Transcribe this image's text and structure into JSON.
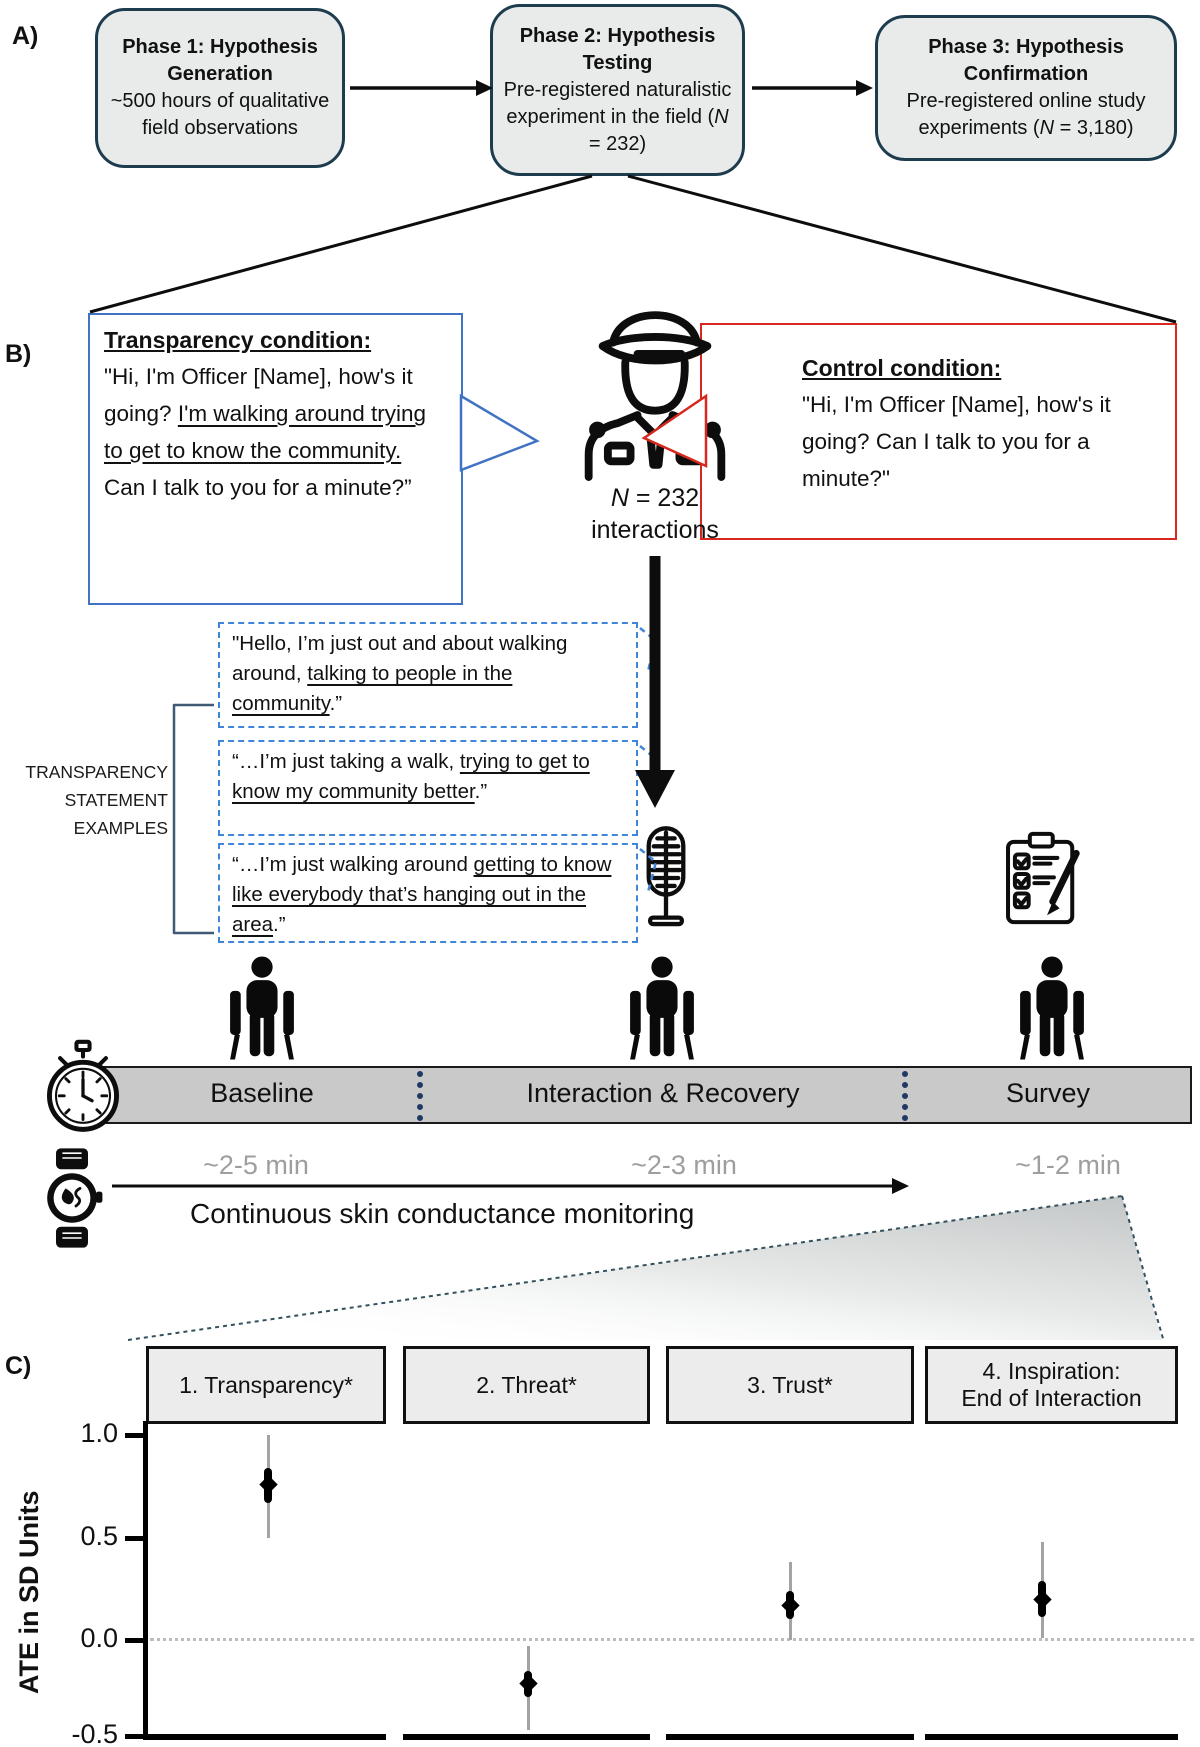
{
  "colors": {
    "flow_border": "#1d3c4e",
    "flow_fill": "#e9eaea",
    "transparency_blue": "#4173c4",
    "control_red": "#d6281e",
    "dashed_blue": "#3f86d9",
    "separator_navy": "#1f3864",
    "timeline_bar_gray": "#c9c9c9",
    "muted_gray": "#9e9e9e"
  },
  "panel_a": {
    "label": "A)",
    "boxes": [
      {
        "title": "Phase 1: Hypothesis Generation",
        "body": "~500 hours of qualitative field observations"
      },
      {
        "title": "Phase 2: Hypothesis Testing",
        "body_pre": "Pre-registered naturalistic experiment in the field (",
        "n": "N",
        "body_post": " = 232)"
      },
      {
        "title": "Phase 3: Hypothesis Confirmation",
        "body_pre": "Pre-registered online study experiments (",
        "n": "N",
        "body_post": " = 3,180)"
      }
    ]
  },
  "panel_b": {
    "label": "B)",
    "transparency_box": {
      "title": "Transparency condition:",
      "quote_pre": "\"Hi, I'm Officer [Name], how's it going? ",
      "quote_underline": "I'm walking around trying to get to know the community.",
      "quote_post": " Can I talk to you for a minute?”"
    },
    "control_box": {
      "title": "Control condition:",
      "quote": "\"Hi, I'm Officer [Name], how's it going? Can I talk to you for a minute?\""
    },
    "officer_caption": {
      "n": "N",
      "rest": " = 232",
      "line2": "interactions"
    },
    "examples_label": "TRANSPARENCY\nSTATEMENT\nEXAMPLES",
    "examples": [
      {
        "pre": "\"Hello, I’m just out and about walking around, ",
        "underline": "talking to people in the community",
        "post": ".”"
      },
      {
        "pre": "“…I’m just taking a walk, ",
        "underline": "trying to get to know my community better",
        "post": ".”"
      },
      {
        "pre": "“…I’m just walking around ",
        "underline": "getting to know like everybody that’s hanging out in the area",
        "post": ".”"
      }
    ]
  },
  "timeline": {
    "segments": [
      {
        "label": "Baseline",
        "duration": "~2-5 min"
      },
      {
        "label": "Interaction & Recovery",
        "duration": "~2-3 min"
      },
      {
        "label": "Survey",
        "duration": "~1-2 min"
      }
    ],
    "monitoring_label": "Continuous skin conductance monitoring"
  },
  "panel_c": {
    "label": "C)"
  },
  "chart_data": {
    "type": "scatter",
    "subtype": "forest-plot-point-estimates",
    "title": "",
    "xlabel": "",
    "ylabel": "ATE in SD Units",
    "ylim": [
      -0.5,
      1.05
    ],
    "yticks": [
      1.0,
      0.5,
      0.0,
      -0.5
    ],
    "ytick_labels": [
      "1.0",
      "0.5",
      "0.0",
      "-0.5"
    ],
    "zero_reference_line": 0.0,
    "grid": false,
    "facet_labels": [
      "1. Transparency*",
      "2. Threat*",
      "3. Trust*",
      "4. Inspiration:\nEnd of Interaction"
    ],
    "points": [
      {
        "facet": "1. Transparency*",
        "estimate": 0.76,
        "ci_thick": [
          0.67,
          0.84
        ],
        "ci_thin": [
          0.5,
          1.0
        ]
      },
      {
        "facet": "2. Threat*",
        "estimate": -0.21,
        "ci_thick": [
          -0.28,
          -0.15
        ],
        "ci_thin": [
          -0.44,
          -0.03
        ]
      },
      {
        "facet": "3. Trust*",
        "estimate": 0.17,
        "ci_thick": [
          0.1,
          0.24
        ],
        "ci_thin": [
          0.0,
          0.38
        ]
      },
      {
        "facet": "4. Inspiration: End of Interaction",
        "estimate": 0.2,
        "ci_thick": [
          0.11,
          0.29
        ],
        "ci_thin": [
          0.01,
          0.48
        ]
      }
    ]
  }
}
